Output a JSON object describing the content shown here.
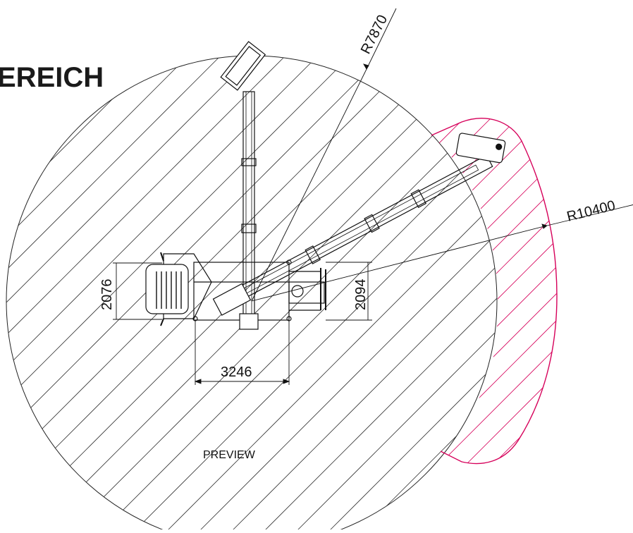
{
  "title": "EREICH",
  "dimensions": {
    "radius_inner": "R7870",
    "radius_outer": "R10400",
    "width_cab": "2076",
    "width_rear": "2094",
    "length": "3246"
  },
  "watermark": "PREVIEW",
  "colors": {
    "line": "#111111",
    "hatch": "#222222",
    "outer_zone": "#d6005a",
    "background": "#ffffff"
  }
}
